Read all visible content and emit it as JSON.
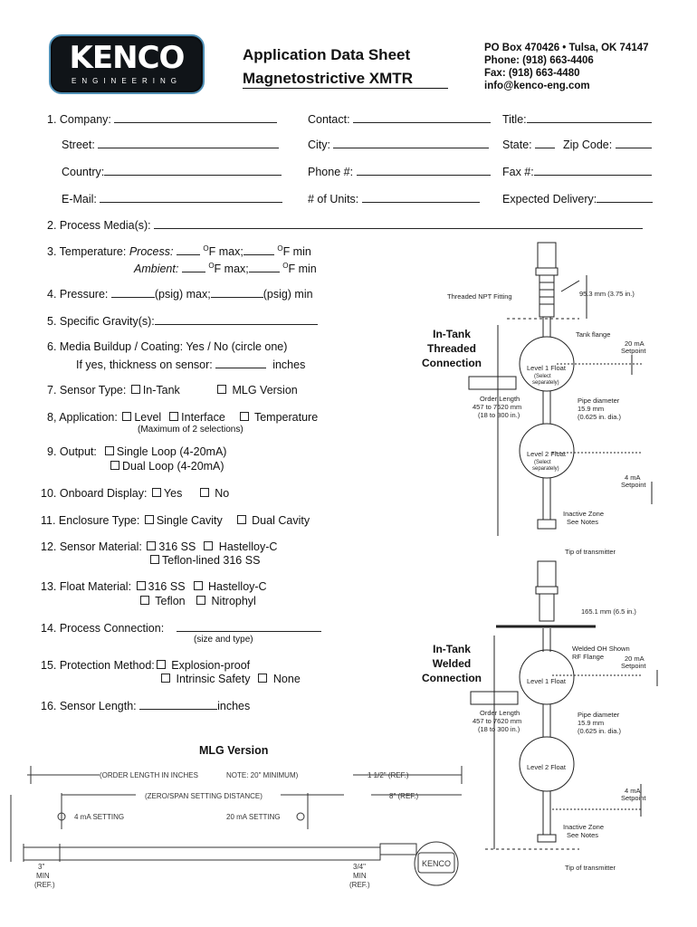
{
  "header": {
    "logo_main": "KENCO",
    "logo_sub": "ENGINEERING",
    "title_line1": "Application Data Sheet",
    "title_line2": "Magnetostrictive XMTR",
    "address": "PO Box 470426 • Tulsa, OK 74147",
    "phone": "Phone: (918) 663-4406",
    "fax": "Fax: (918) 663-4480",
    "email": "info@kenco-eng.com"
  },
  "form": {
    "company": "1. Company:",
    "contact": "Contact:",
    "title": "Title:",
    "street": "Street:",
    "city": "City:",
    "state": "State:",
    "zip": "Zip Code:",
    "country": "Country:",
    "phone": "Phone #:",
    "fax": "Fax #:",
    "email": "E-Mail:",
    "units": "# of Units:",
    "delivery": "Expected Delivery:",
    "q2": "2. Process Media(s):",
    "q3_label": "3. Temperature:",
    "q3_process": "Process:",
    "q3_ambient": "Ambient:",
    "q3_fmax": "F max;",
    "q3_fmin": "F min",
    "q3_deg": "O",
    "q4_a": "4. Pressure:",
    "q4_b": "(psig) max;",
    "q4_c": "(psig) min",
    "q5": "5. Specific Gravity(s):",
    "q6_a": "6.  Media Buildup / Coating:  Yes / No (circle one)",
    "q6_b": "If yes, thickness on sensor:",
    "q6_c": "inches",
    "q7": "7. Sensor Type:",
    "q7_o1": "In-Tank",
    "q7_o2": "MLG Version",
    "q8": "8, Application:",
    "q8_o1": "Level",
    "q8_o2": "Interface",
    "q8_o3": "Temperature",
    "q8_note": "(Maximum of 2 selections)",
    "q9": "9.  Output:",
    "q9_o1": "Single Loop (4-20mA)",
    "q9_o2": "Dual Loop (4-20mA)",
    "q10": "10. Onboard Display:",
    "q10_o1": "Yes",
    "q10_o2": "No",
    "q11": "11. Enclosure Type:",
    "q11_o1": "Single Cavity",
    "q11_o2": "Dual Cavity",
    "q12": "12. Sensor Material:",
    "q12_o1": "316 SS",
    "q12_o2": "Hastelloy-C",
    "q12_o3": "Teflon-lined 316 SS",
    "q13": "13. Float Material:",
    "q13_o1": "316 SS",
    "q13_o2": "Hastelloy-C",
    "q13_o3": "Teflon",
    "q13_o4": "Nitrophyl",
    "q14": "14. Process Connection:",
    "q14_note": "(size and type)",
    "q15": "15. Protection Method:",
    "q15_o1": "Explosion-proof",
    "q15_o2": "Intrinsic Safety",
    "q15_o3": "None",
    "q16_a": "16. Sensor Length:",
    "q16_b": "inches"
  },
  "diagrams": {
    "threaded_title": [
      "In-Tank",
      "Threaded",
      "Connection"
    ],
    "welded_title": [
      "In-Tank",
      "Welded",
      "Connection"
    ],
    "npt_fitting": "Threaded NPT Fitting",
    "tank_flange": "Tank flange",
    "dim_top1": "95.3 mm (3.75 in.)",
    "dim_top2": "165.1 mm (6.5 in.)",
    "setpoint_20": [
      "20 mA",
      "Setpoint"
    ],
    "setpoint_4": [
      "4 mA",
      "Setpoint"
    ],
    "level1": "Level 1 Float",
    "level2": "Level 2 Float",
    "float_sub": [
      "(Select",
      "separately)"
    ],
    "order_len1": [
      "Order Length",
      "457 to 7620 mm",
      "(18 to 300 in.)"
    ],
    "order_len2": [
      "Order Length",
      "457 to 7620 mm",
      "(18 to 300 in.)"
    ],
    "pipe": [
      "Pipe diameter",
      "15.9 mm",
      "(0.625 in. dia.)"
    ],
    "inactive": [
      "Inactive Zone",
      "See Notes"
    ],
    "tip": "Tip of transmitter",
    "welded_flange": [
      "Welded OH Shown",
      "RF Flange"
    ],
    "mlg_title": "MLG Version",
    "mlg_order": "(ORDER LENGTH IN INCHES",
    "mlg_note": "NOTE:  20\" MINIMUM)",
    "mlg_ref1": "1 1/2\" (REF.)",
    "mlg_zero": "(ZERO/SPAN SETTING DISTANCE)",
    "mlg_ref2": "8\" (REF.)",
    "mlg_4ma": "4  mA SETTING",
    "mlg_20ma": "20  mA SETTING",
    "mlg_3min": [
      "3\"",
      "MIN",
      "(REF.)"
    ],
    "mlg_34min": [
      "3/4\"",
      "MIN",
      "(REF.)"
    ],
    "mlg_logo": "KENCO"
  }
}
